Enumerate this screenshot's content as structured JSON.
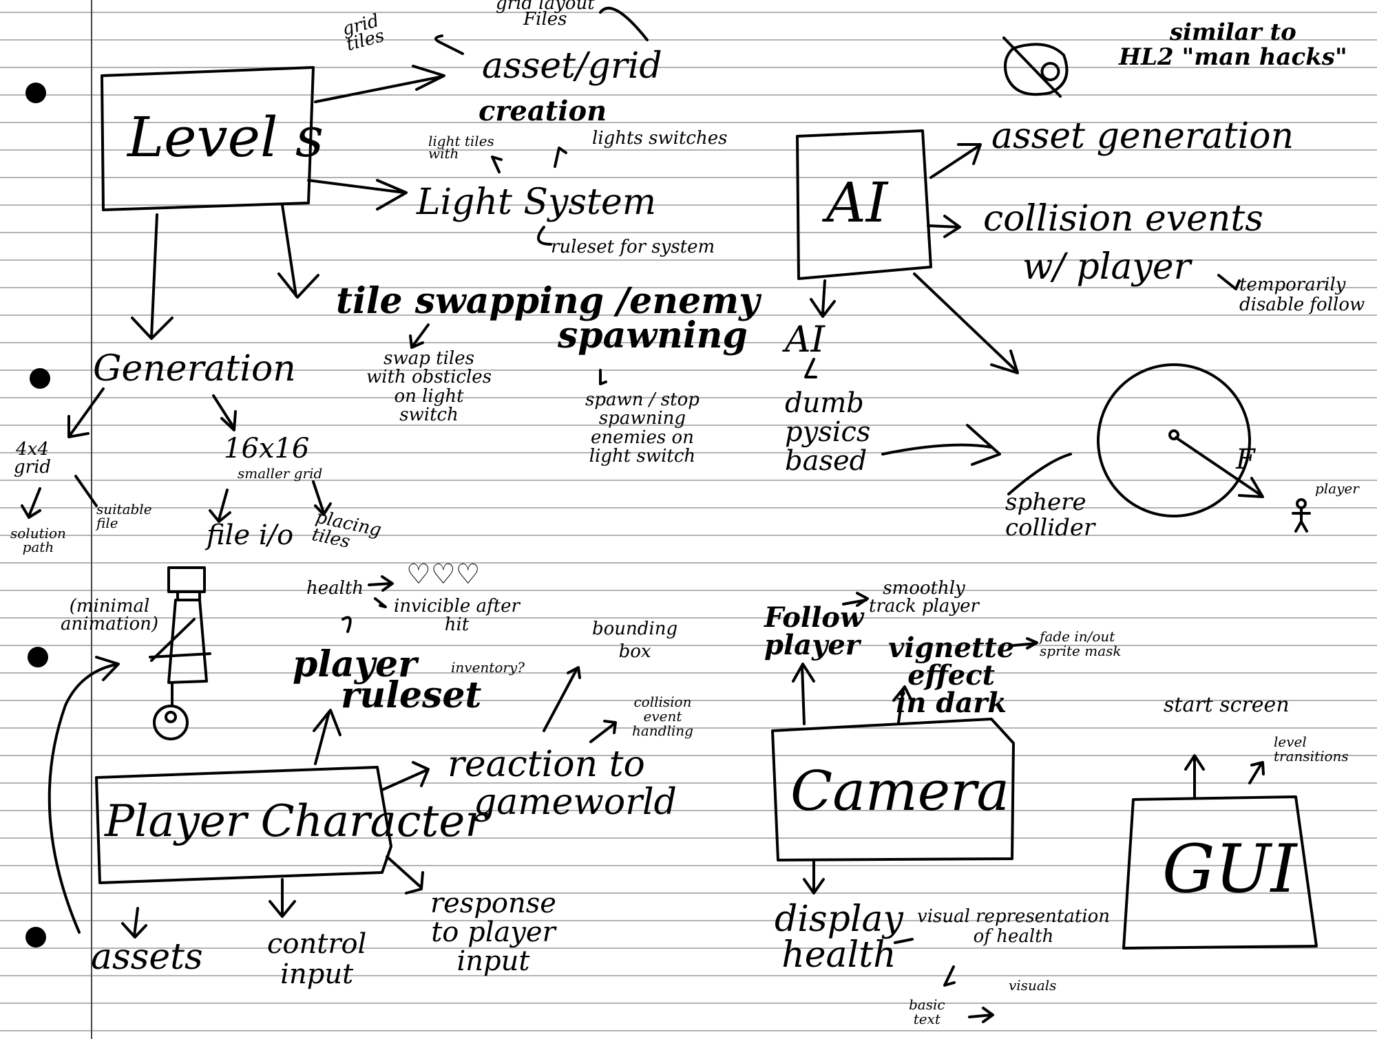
{
  "levels": {
    "title": "Level s",
    "branches": {
      "asset_grid": "asset/grid",
      "asset_grid_2": "creation",
      "grid_tiles": "grid\ntiles",
      "grid_layout_files": "grid layout\nFiles",
      "light_system": "Light System",
      "light_tiles": "light tiles\nwith",
      "light_switches": "lights switches",
      "ruleset": "ruleset for system",
      "tile_swapping": "tile swapping /enemy",
      "spawning": "spawning",
      "swap_tiles": "swap tiles\nwith obsticles\non light\nswitch",
      "spawn_stop": "spawn / stop\nspawning\nenemies on\nlight switch"
    },
    "generation": {
      "title": "Generation",
      "grid4": "4x4\ngrid",
      "grid16": "16x16",
      "smaller_grid": "smaller grid",
      "solution": "solution\npath",
      "suitable": "suitable\nfile",
      "file_io": "file i/o",
      "placing": "placing\ntiles"
    }
  },
  "ai": {
    "title": "AI",
    "similar": "similar to\nHL2 \"man hacks\"",
    "asset_gen": "asset generation",
    "collision_1": "collision events",
    "collision_2": "w/ player",
    "temp_disable": "temporarily\ndisable follow",
    "ai_sub": "AI",
    "dumb": "dumb\npysics\nbased",
    "sphere": "sphere\ncollider",
    "force": "F",
    "player": "player"
  },
  "player_character": {
    "title": "Player Character",
    "minimal_anim": "(minimal\nanimation)",
    "health": "health",
    "hearts": "♡♡♡",
    "invincible": "invicible after\nhit",
    "ruleset_1": "player",
    "ruleset_2": "ruleset",
    "inventory": "inventory?",
    "bounding": "bounding\nbox",
    "collision_handling": "collision\nevent\nhandling",
    "reaction_1": "reaction to",
    "reaction_2": "gameworld",
    "response": "response\nto player\ninput",
    "assets": "assets",
    "control": "control\ninput"
  },
  "camera": {
    "title": "Camera",
    "follow": "Follow\nplayer",
    "smoothly": "smoothly\ntrack player",
    "vignette": "vignette\neffect\nin dark",
    "fade": "fade in/out\nsprite mask",
    "display": "display\nhealth",
    "visual_rep": "visual representation\nof health",
    "basic_text": "basic\ntext",
    "visuals": "visuals"
  },
  "gui": {
    "title": "GUI",
    "start_screen": "start screen",
    "level_transitions": "level\ntransitions"
  }
}
